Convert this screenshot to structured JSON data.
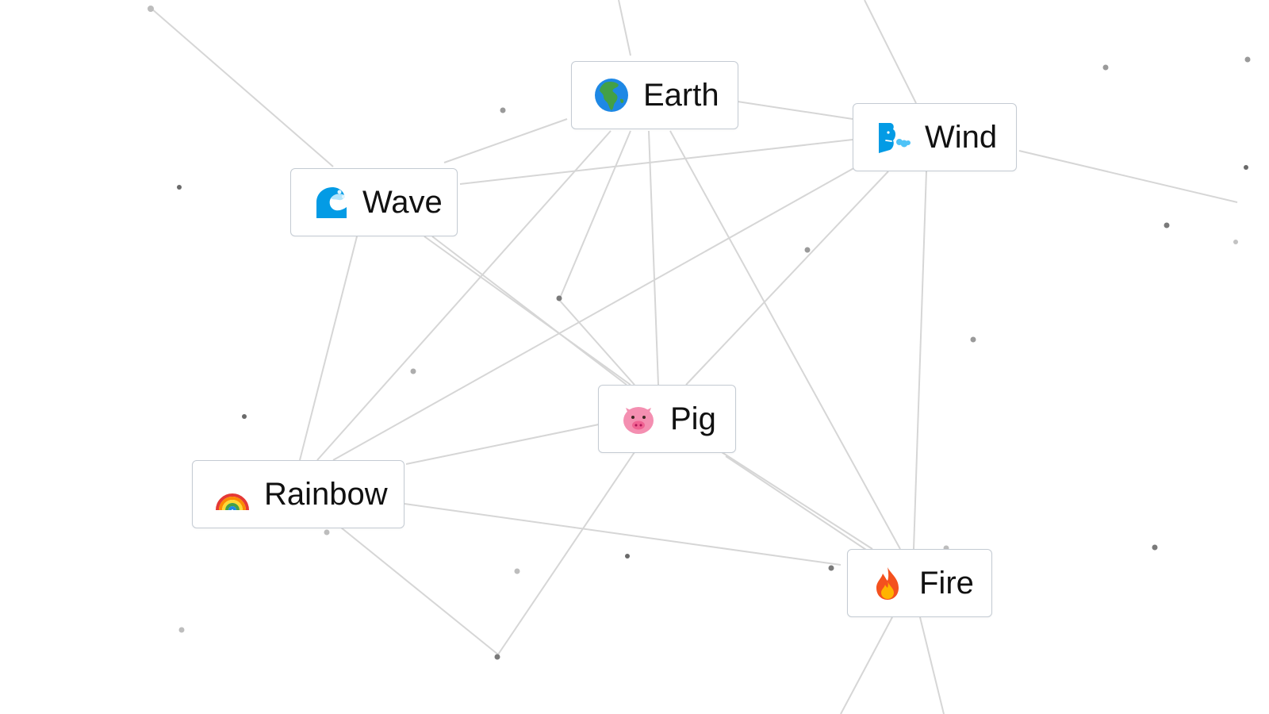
{
  "elements": [
    {
      "id": "earth",
      "label": "Earth",
      "icon": "globe-africa-icon"
    },
    {
      "id": "wind",
      "label": "Wind",
      "icon": "wind-face-icon"
    },
    {
      "id": "wave",
      "label": "Wave",
      "icon": "water-wave-icon"
    },
    {
      "id": "pig",
      "label": "Pig",
      "icon": "pig-face-icon"
    },
    {
      "id": "rainbow",
      "label": "Rainbow",
      "icon": "rainbow-icon"
    },
    {
      "id": "fire",
      "label": "Fire",
      "icon": "fire-icon"
    }
  ],
  "colors": {
    "background": "#ffffff",
    "tile_border": "#c4cbd3",
    "line": "#d9d9d9",
    "dot": "#9a9a9a"
  }
}
